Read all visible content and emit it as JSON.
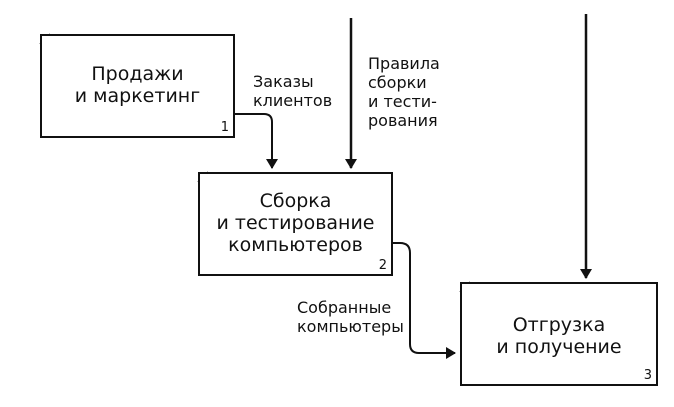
{
  "boxes": {
    "sales": {
      "line1": "Продажи",
      "line2": "и маркетинг",
      "number": "1"
    },
    "assembly": {
      "line1": "Сборка",
      "line2": "и тестирование",
      "line3": "компьютеров",
      "number": "2"
    },
    "shipping": {
      "line1": "Отгрузка",
      "line2": "и получение",
      "number": "3"
    }
  },
  "arrows": {
    "orders": {
      "line1": "Заказы",
      "line2": "клиентов"
    },
    "rules": {
      "line1": "Правила",
      "line2": "сборки",
      "line3": "и тести-",
      "line4": "рования"
    },
    "assembled": {
      "line1": "Собранные",
      "line2": "компьютеры"
    }
  }
}
